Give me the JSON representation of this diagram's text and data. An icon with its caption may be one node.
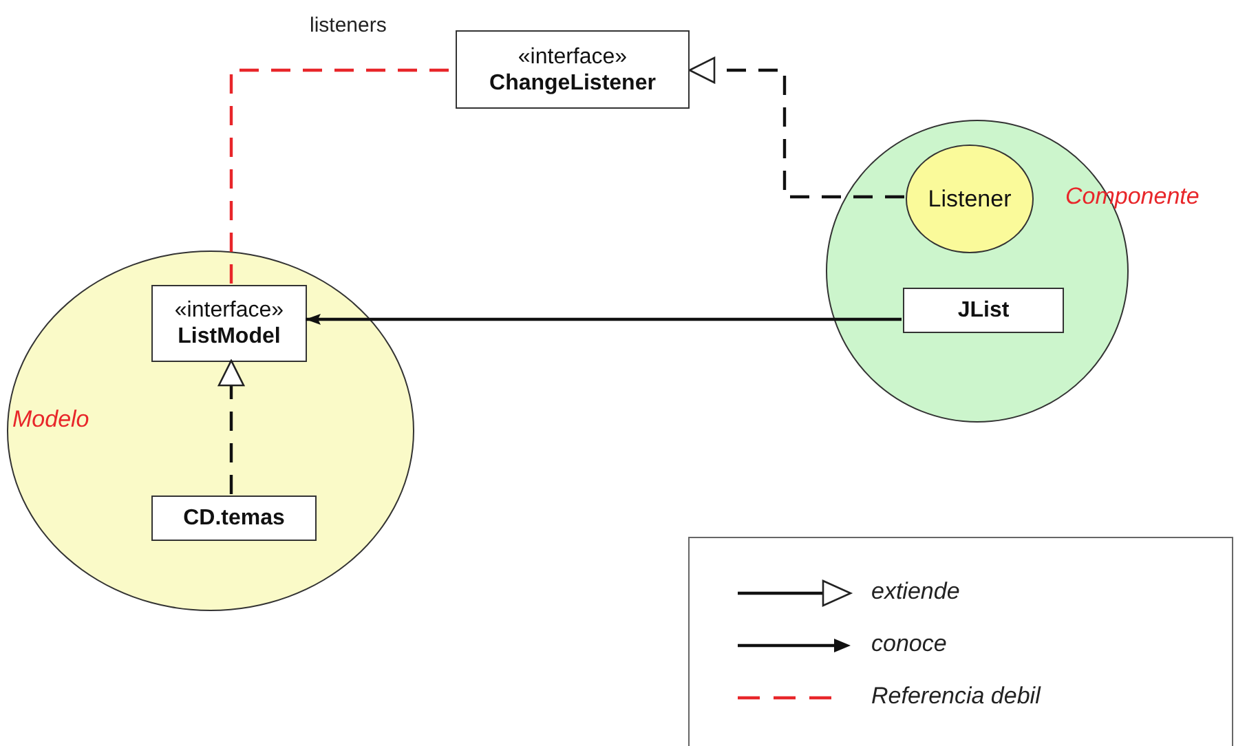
{
  "diagram": {
    "nodes": [
      {
        "text": [
          "Modelo"
        ]
      },
      {
        "text": [
          "«interface»",
          "ListModel"
        ],
        "in": 0
      },
      {
        "text": [
          "CD.temas"
        ],
        "in": 0
      },
      {
        "text": [
          "Componente"
        ]
      },
      {
        "text": [
          "Listener"
        ],
        "in": 3
      },
      {
        "text": [
          "JList"
        ],
        "in": 3
      },
      {
        "text": [
          "«interface»",
          "ChangeListener"
        ]
      }
    ],
    "edges": [
      {
        "from": 1,
        "to": 6,
        "arrow": "none",
        "style": "dashed",
        "color": "#e8262a",
        "label": "listeners"
      },
      {
        "from": 4,
        "to": 6,
        "arrow": "to",
        "style": "dashed"
      },
      {
        "from": 5,
        "to": 1,
        "arrow": "to"
      },
      {
        "from": 2,
        "to": 1,
        "arrow": "to",
        "style": "dashed"
      }
    ],
    "legend": [
      {
        "text": "extiende"
      },
      {
        "text": "conoce"
      },
      {
        "text": "Referencia debil"
      }
    ]
  }
}
